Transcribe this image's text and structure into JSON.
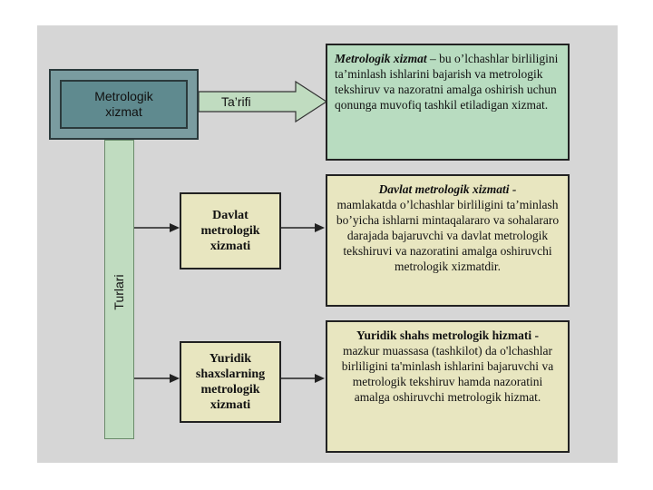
{
  "diagram": {
    "main_node": {
      "label": "Metrologik\nxizmat"
    },
    "definition_arrow_label": "Ta’rifi",
    "types_bar_label": "Turlari",
    "definition": {
      "term": "Metrologik xizmat",
      "text": " – bu o’lchashlar birliligini ta’minlash ishlarini bajarish va metrologik tekshiruv va nazoratni amalga oshirish uchun qonunga muvofiq tashkil etiladigan xizmat."
    },
    "types": [
      {
        "label": "Davlat metrologik xizmati",
        "description_term": "Davlat metrologik xizmati -",
        "description_text": "mamlakatda o’lchashlar birliligini ta’minlash bo’yicha ishlarni mintaqalararo va sohalararo darajada bajaruvchi va davlat metrologik tekshiruvi va nazoratini amalga oshiruvchi metrologik xizmatdir."
      },
      {
        "label": "Yuridik shaxslarning metrologik xizmati",
        "description_term": "Yuridik shahs metrologik hizmati -",
        "description_text": "mazkur muassasa (tashkilot) da o'lchashlar birliligini ta'minlash ishlarini bajaruvchi va metrologik tekshiruv hamda nazoratini amalga oshiruvchi metrologik hizmat."
      }
    ]
  }
}
